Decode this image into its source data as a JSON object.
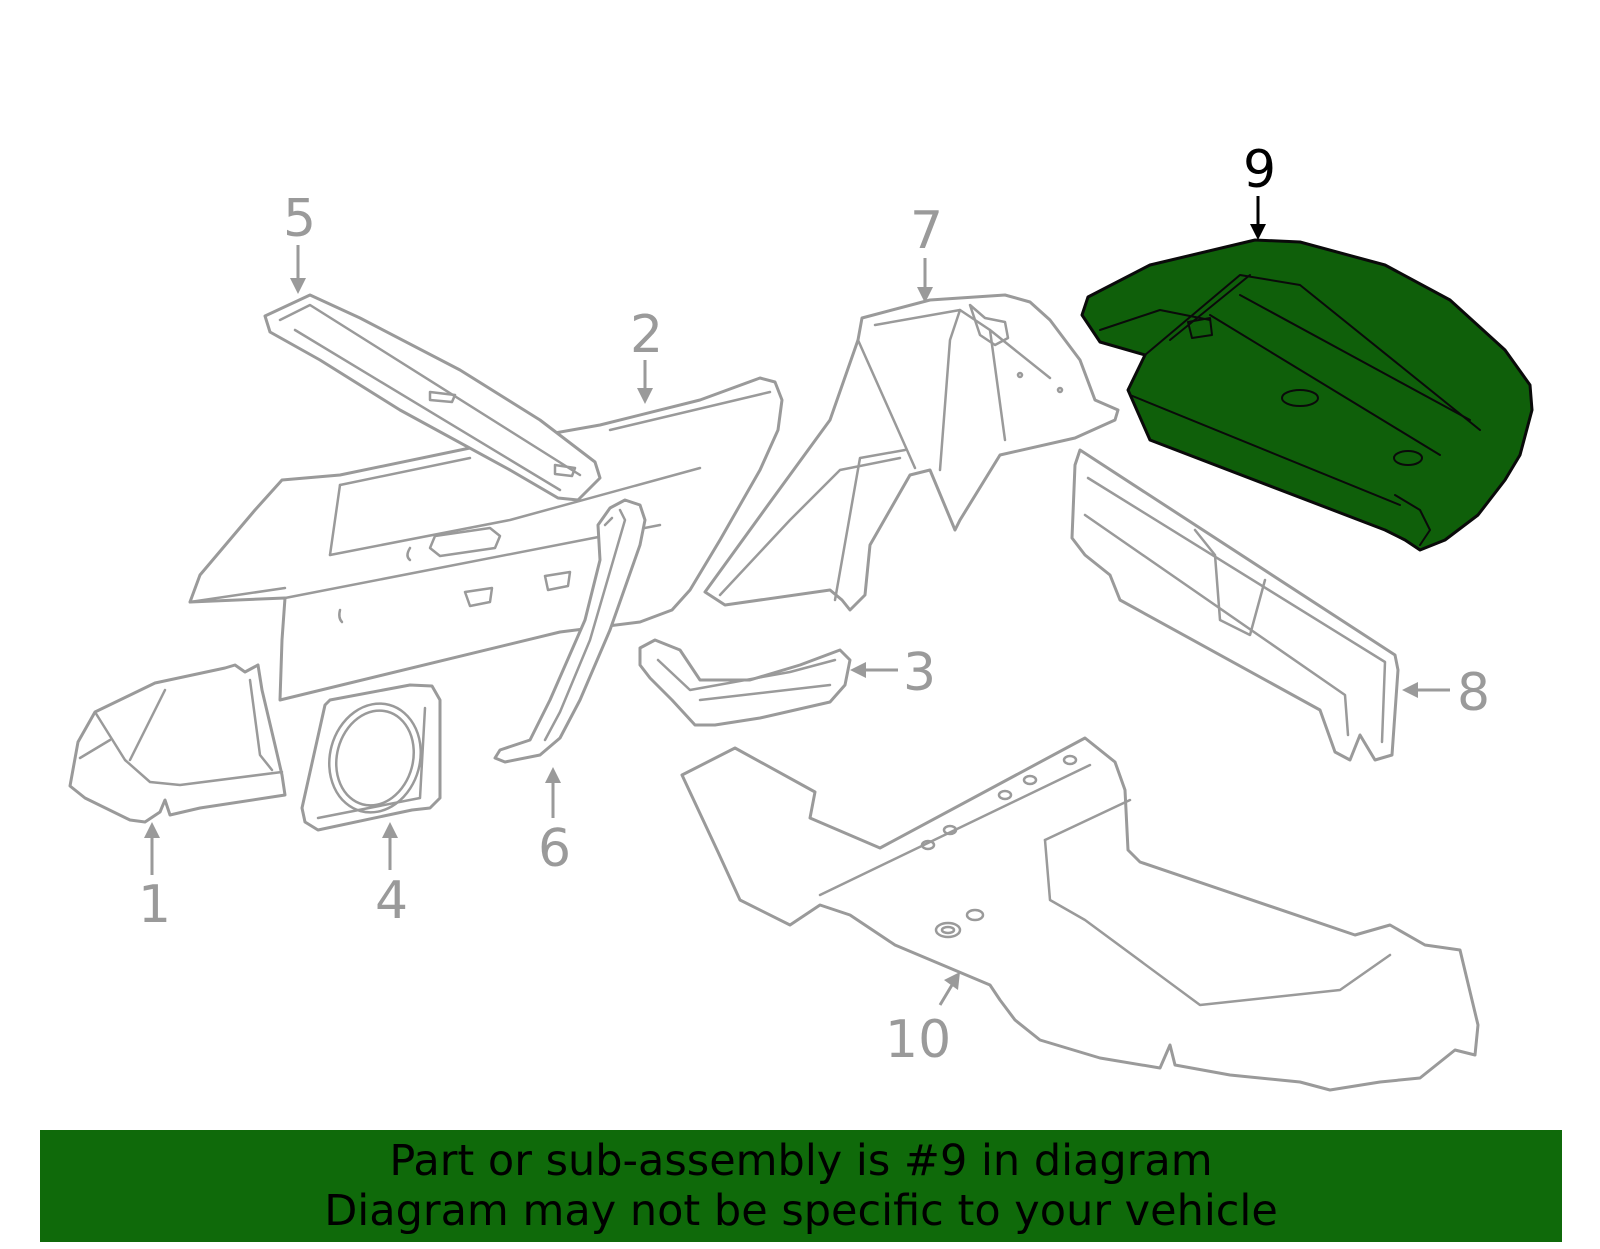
{
  "diagram": {
    "callouts": [
      {
        "id": "1",
        "label": "1"
      },
      {
        "id": "2",
        "label": "2"
      },
      {
        "id": "3",
        "label": "3"
      },
      {
        "id": "4",
        "label": "4"
      },
      {
        "id": "5",
        "label": "5"
      },
      {
        "id": "6",
        "label": "6"
      },
      {
        "id": "7",
        "label": "7"
      },
      {
        "id": "8",
        "label": "8"
      },
      {
        "id": "9",
        "label": "9"
      },
      {
        "id": "10",
        "label": "10"
      }
    ],
    "highlighted_part": "9",
    "colors": {
      "highlight_fill": "#0f5f0a",
      "part_stroke": "#9a9a9a",
      "banner_bg": "#0f6a0a"
    }
  },
  "banner": {
    "line1": "Part or sub-assembly is #9 in diagram",
    "line2": "Diagram may not be specific to your vehicle"
  }
}
